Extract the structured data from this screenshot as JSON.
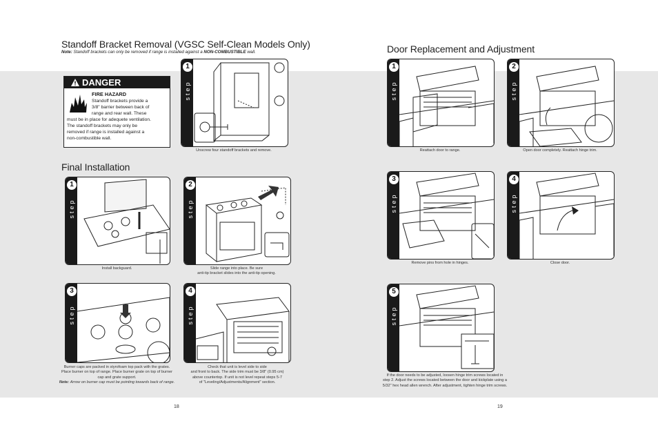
{
  "left": {
    "standoff": {
      "title": "Standoff Bracket Removal (VGSC Self-Clean Models Only)",
      "note_label": "Note:",
      "note_text": "Standoff brackets can only be removed if range is installed against a",
      "note_bold": "NON-COMBUSTIBLE",
      "note_end": "wall."
    },
    "danger": {
      "heading": "DANGER",
      "title": "FIRE HAZARD",
      "line1": "Standoff brackets provide a",
      "line2": "3/8\" barrier between back of",
      "line3": "range and rear wall. These",
      "line4": "must be in place for adequete ventilation.",
      "line5": "The standoff brackets may only be",
      "line6": "removed if range is installed against a",
      "line7": "non-combustible wall."
    },
    "standoff_step": {
      "num": "1",
      "word": "step",
      "caption": "Unscrew four standoff brackets and remove."
    },
    "final": {
      "title": "Final Installation",
      "steps": [
        {
          "num": "1",
          "word": "step",
          "caption": "Install backguard."
        },
        {
          "num": "2",
          "word": "step",
          "caption1": "Slide range into place. Be sure",
          "caption2": "anti-tip bracket slides into the anti-tip opening."
        },
        {
          "num": "3",
          "word": "step",
          "caption1": "Burner caps are packed in styrofoam top pack with the grates.",
          "caption2": "Place burner on top of range. Place burner grate on top of burner",
          "caption3": "cap and grate support.",
          "caption_note": "Note:",
          "caption4": "Arrow on burner cap must be pointing towards back of range."
        },
        {
          "num": "4",
          "word": "step",
          "caption1": "Check that unit is level side to side",
          "caption2": "and front to back. The side trim must be 3/8\" (0.95 cm)",
          "caption3": "above countertop. If unit is not level repeat steps 5-7",
          "caption4": "of \"Leveling/Adjustments/Alignment\" section."
        }
      ]
    },
    "page_number": "18"
  },
  "right": {
    "title": "Door Replacement and Adjustment",
    "steps": [
      {
        "num": "1",
        "word": "step",
        "caption": "Reattach door to range."
      },
      {
        "num": "2",
        "word": "step",
        "caption": "Open door completely. Reattach hinge trim."
      },
      {
        "num": "3",
        "word": "step",
        "caption": "Remove pins from hole in hinges."
      },
      {
        "num": "4",
        "word": "step",
        "caption": "Close door."
      },
      {
        "num": "5",
        "word": "step",
        "caption1": "If the door needs to be adjusted, loosen hinge trim screws located in",
        "caption2": "step 2. Adjust the screws located between the door and kickplate using a",
        "caption3": "5/32\" hex head allen wrench. After adjustment, tighten hinge trim screws."
      }
    ],
    "page_number": "19"
  },
  "colors": {
    "band": "#e7e7e7",
    "step_bar": "#1a1a1a",
    "text": "#222222"
  },
  "icons": [
    "warning-triangle-icon",
    "fire-hazard-icon"
  ]
}
